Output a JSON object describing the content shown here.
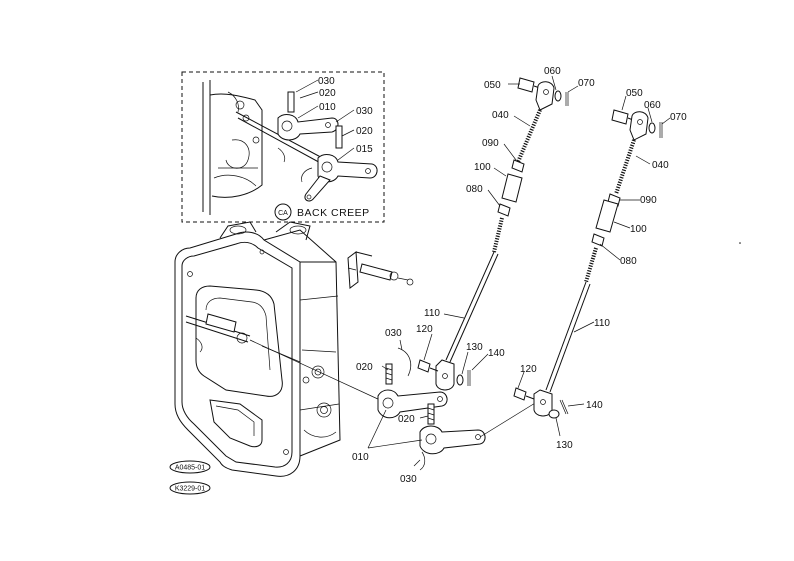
{
  "inset": {
    "caption_code": "CA",
    "caption_text": "BACK CREEP",
    "labels": [
      "030",
      "020",
      "010",
      "030",
      "020",
      "015"
    ]
  },
  "right_rod": {
    "labels": [
      "050",
      "060",
      "070",
      "040",
      "090",
      "100",
      "080",
      "110",
      "120",
      "130",
      "140"
    ]
  },
  "left_rod": {
    "labels": [
      "050",
      "060",
      "070",
      "040",
      "090",
      "100",
      "080",
      "110",
      "120",
      "140",
      "130"
    ]
  },
  "lower_arm": {
    "labels": [
      "030",
      "020",
      "020",
      "010",
      "030"
    ]
  },
  "stamps": {
    "top": "A0485-01",
    "bottom": "K3229-01"
  }
}
